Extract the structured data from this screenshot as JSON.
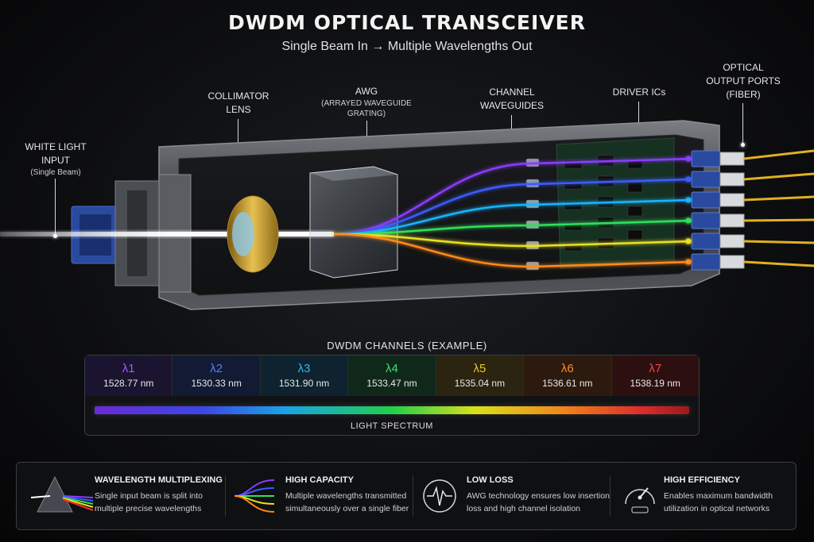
{
  "header": {
    "title": "DWDM OPTICAL TRANSCEIVER",
    "subtitle": "Single Beam In → Multiple Wavelengths Out"
  },
  "callouts": {
    "input": {
      "line1": "WHITE LIGHT",
      "line2": "INPUT",
      "line3": "(Single Beam)"
    },
    "lens": {
      "line1": "COLLIMATOR",
      "line2": "LENS"
    },
    "awg": {
      "line1": "AWG",
      "line2": "(ARRAYED WAVEGUIDE",
      "line3": "GRATING)"
    },
    "waveguides": {
      "line1": "CHANNEL",
      "line2": "WAVEGUIDES"
    },
    "drivers": {
      "line1": "DRIVER ICs"
    },
    "ports": {
      "line1": "OPTICAL",
      "line2": "OUTPUT PORTS",
      "line3": "(FIBER)"
    }
  },
  "beam_colors": [
    "#8a3cff",
    "#3a5cff",
    "#17b4ff",
    "#2ee05a",
    "#e8e020",
    "#ff8a1a",
    "#ff2a2a"
  ],
  "channels": {
    "title": "DWDM CHANNELS (EXAMPLE)",
    "items": [
      {
        "label": "λ1",
        "value": "1528.77 nm",
        "color": "#9a5cff",
        "bg": "#1a1430"
      },
      {
        "label": "λ2",
        "value": "1530.33 nm",
        "color": "#5a7cff",
        "bg": "#121a34"
      },
      {
        "label": "λ3",
        "value": "1531.90 nm",
        "color": "#2fb8f0",
        "bg": "#0e2230"
      },
      {
        "label": "λ4",
        "value": "1533.47 nm",
        "color": "#3ee06a",
        "bg": "#10281a"
      },
      {
        "label": "λ5",
        "value": "1535.04 nm",
        "color": "#e8c820",
        "bg": "#2a2410"
      },
      {
        "label": "λ6",
        "value": "1536.61 nm",
        "color": "#ff8a2a",
        "bg": "#2c1a0e"
      },
      {
        "label": "λ7",
        "value": "1538.19 nm",
        "color": "#ff4040",
        "bg": "#2c1010"
      }
    ],
    "spectrum_label": "LIGHT SPECTRUM"
  },
  "features": [
    {
      "icon": "prism-icon",
      "title": "WAVELENGTH MULTIPLEXING",
      "desc1": "Single input beam is split into",
      "desc2": "multiple precise wavelengths"
    },
    {
      "icon": "waveguide-lines-icon",
      "title": "HIGH CAPACITY",
      "desc1": "Multiple wavelengths transmitted",
      "desc2": "simultaneously over a single fiber"
    },
    {
      "icon": "waveform-icon",
      "title": "LOW LOSS",
      "desc1": "AWG technology ensures low insertion",
      "desc2": "loss and high channel isolation"
    },
    {
      "icon": "gauge-icon",
      "title": "HIGH EFFICIENCY",
      "desc1": "Enables maximum bandwidth",
      "desc2": "utilization in optical networks"
    }
  ]
}
